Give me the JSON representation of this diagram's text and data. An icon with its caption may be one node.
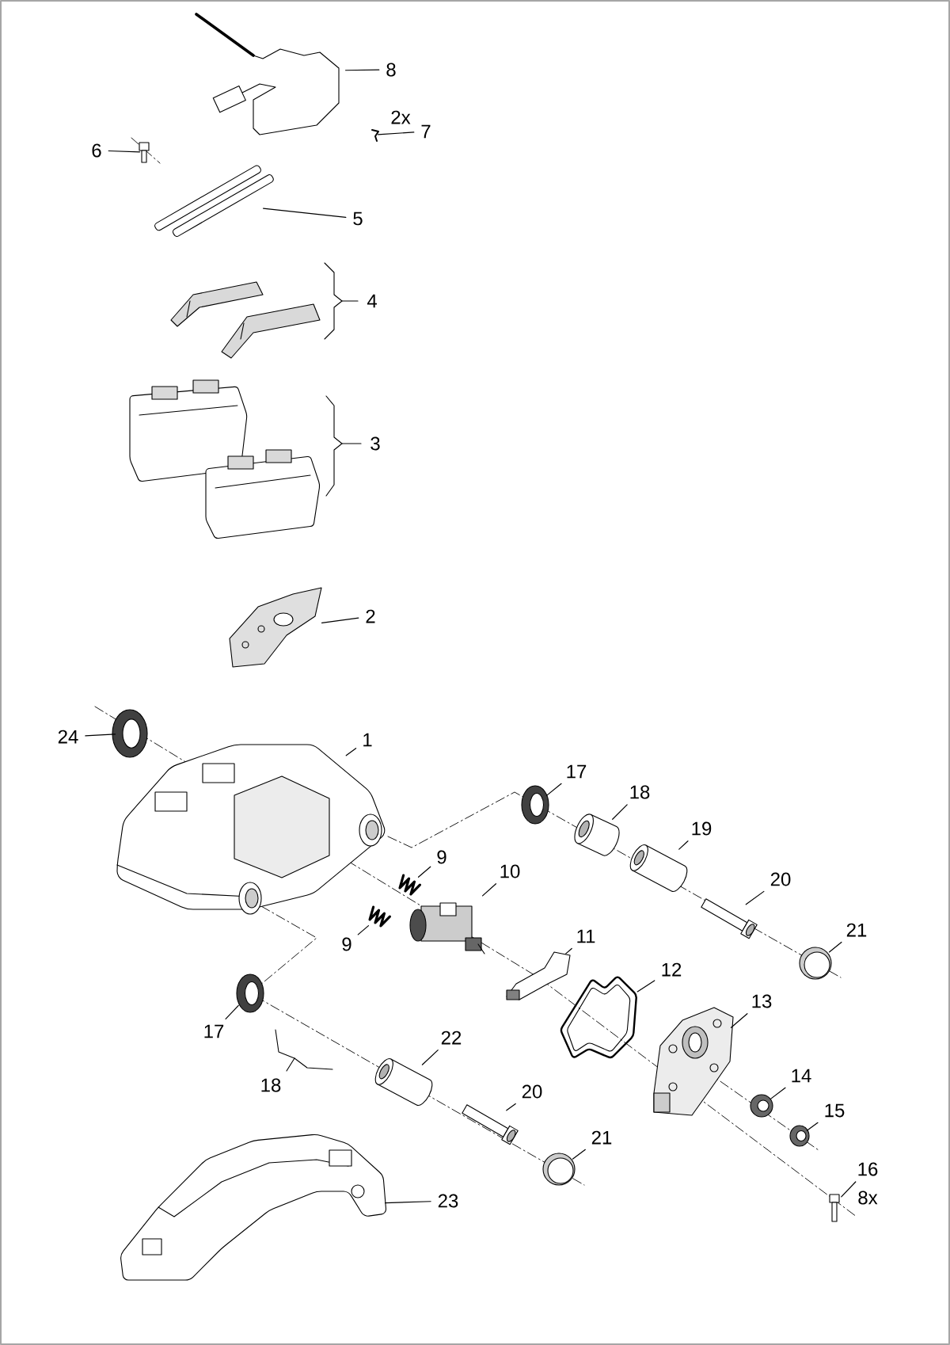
{
  "diagram": {
    "nodes": [
      {
        "text": [
          "8"
        ]
      },
      {
        "text": [],
        "shape": "picture"
      },
      {
        "text": [
          "7"
        ],
        "beside": [
          "2x"
        ]
      },
      {
        "text": [],
        "shape": "picture"
      },
      {
        "text": [
          "6"
        ]
      },
      {
        "text": [],
        "shape": "picture"
      },
      {
        "text": [
          "5"
        ]
      },
      {
        "text": [],
        "shape": "picture"
      },
      {
        "text": [
          "2"
        ]
      },
      {
        "text": [],
        "shape": "picture"
      },
      {
        "text": [
          "24"
        ]
      },
      {
        "text": [],
        "shape": "picture"
      },
      {
        "text": [
          "1"
        ]
      },
      {
        "text": [],
        "shape": "picture"
      },
      {
        "text": [
          "17"
        ]
      },
      {
        "text": [],
        "shape": "picture"
      },
      {
        "text": [
          "18"
        ]
      },
      {
        "text": [],
        "shape": "picture"
      },
      {
        "text": [
          "19"
        ]
      },
      {
        "text": [],
        "shape": "picture"
      },
      {
        "text": [
          "9"
        ]
      },
      {
        "text": [],
        "shape": "picture"
      },
      {
        "text": [
          "10"
        ]
      },
      {
        "text": [],
        "shape": "picture"
      },
      {
        "text": [
          "20"
        ]
      },
      {
        "text": [],
        "shape": "picture"
      },
      {
        "text": [
          "21"
        ]
      },
      {
        "text": [],
        "shape": "picture"
      },
      {
        "text": [
          "9"
        ]
      },
      {
        "text": [],
        "shape": "picture"
      },
      {
        "text": [
          "11"
        ]
      },
      {
        "text": [],
        "shape": "picture"
      },
      {
        "text": [
          "12"
        ]
      },
      {
        "text": [],
        "shape": "picture"
      },
      {
        "text": [
          "13"
        ]
      },
      {
        "text": [],
        "shape": "picture"
      },
      {
        "text": [
          "17"
        ]
      },
      {
        "text": [],
        "shape": "picture"
      },
      {
        "text": [
          "22"
        ]
      },
      {
        "text": [],
        "shape": "picture"
      },
      {
        "text": [
          "14"
        ]
      },
      {
        "text": [],
        "shape": "picture"
      },
      {
        "text": [
          "20"
        ]
      },
      {
        "text": [],
        "shape": "picture"
      },
      {
        "text": [
          "15"
        ]
      },
      {
        "text": [],
        "shape": "picture"
      },
      {
        "text": [
          "21"
        ]
      },
      {
        "text": [],
        "shape": "picture"
      },
      {
        "text": [
          "16"
        ],
        "beside": [
          "8x"
        ]
      },
      {
        "text": [],
        "shape": "picture"
      },
      {
        "text": [
          "23"
        ]
      },
      {
        "text": [],
        "shape": "picture"
      }
    ],
    "edges": [
      {
        "from": 0,
        "to": 1,
        "arrow": "none"
      },
      {
        "from": 2,
        "to": 3,
        "arrow": "none"
      },
      {
        "from": 4,
        "to": 5,
        "arrow": "none"
      },
      {
        "from": 6,
        "to": 7,
        "arrow": "none"
      },
      {
        "from": 8,
        "to": 9,
        "arrow": "none"
      },
      {
        "from": 10,
        "to": 11,
        "arrow": "none"
      },
      {
        "from": 12,
        "to": 13,
        "arrow": "none"
      },
      {
        "from": 14,
        "to": 15,
        "arrow": "none"
      },
      {
        "from": 16,
        "to": 17,
        "arrow": "none"
      },
      {
        "from": 18,
        "to": 19,
        "arrow": "none"
      },
      {
        "from": 20,
        "to": 21,
        "arrow": "none"
      },
      {
        "from": 22,
        "to": 23,
        "arrow": "none"
      },
      {
        "from": 24,
        "to": 25,
        "arrow": "none"
      },
      {
        "from": 26,
        "to": 27,
        "arrow": "none"
      },
      {
        "from": 28,
        "to": 29,
        "arrow": "none"
      },
      {
        "from": 30,
        "to": 31,
        "arrow": "none"
      },
      {
        "from": 32,
        "to": 33,
        "arrow": "none"
      },
      {
        "from": 34,
        "to": 35,
        "arrow": "none"
      },
      {
        "from": 36,
        "to": 37,
        "arrow": "none"
      },
      {
        "from": 38,
        "to": 39,
        "arrow": "none"
      },
      {
        "from": 40,
        "to": 41,
        "arrow": "none"
      },
      {
        "from": 42,
        "to": 43,
        "arrow": "none"
      },
      {
        "from": 44,
        "to": 45,
        "arrow": "none"
      },
      {
        "from": 46,
        "to": 47,
        "arrow": "none"
      },
      {
        "from": 48,
        "to": 49,
        "arrow": "none"
      },
      {
        "from": 50,
        "to": 51,
        "arrow": "none"
      }
    ],
    "labels": [
      "4",
      "3",
      "18"
    ]
  }
}
